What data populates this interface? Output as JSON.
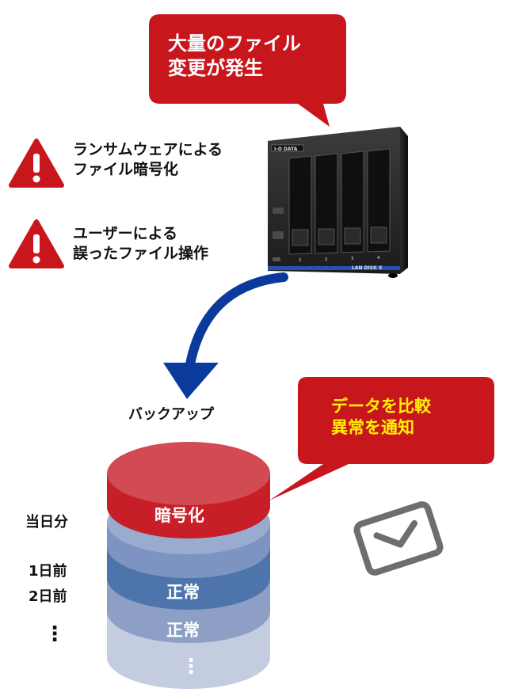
{
  "bubble_top": {
    "line1": "大量のファイル",
    "line2": "変更が発生"
  },
  "warnings": [
    {
      "line1": "ランサムウェアによる",
      "line2": "ファイル暗号化"
    },
    {
      "line1": "ユーザーによる",
      "line2": "誤ったファイル操作"
    }
  ],
  "nas": {
    "brand": "I-O DATA",
    "model": "LAN DISK X",
    "bays": [
      "1",
      "2",
      "3",
      "4"
    ]
  },
  "backup_label": "バックアップ",
  "bubble_right": {
    "line1": "データを比較",
    "line2": "異常を通知"
  },
  "stack": {
    "top_layer": "暗号化",
    "layer2": "正常",
    "layer3": "正常",
    "dots": "⋮"
  },
  "side_labels": {
    "today": "当日分",
    "day1": "1日前",
    "day2": "2日前",
    "dots": "⋮"
  },
  "colors": {
    "red": "#c8161d",
    "yellow": "#fff200",
    "arrow_blue": "#0a3a9c",
    "layer_red": "#d24a52",
    "layer_blue": "#4e74ac"
  },
  "icons": [
    "warning-triangle-icon",
    "warning-triangle-icon",
    "mail-icon",
    "curved-arrow-icon"
  ]
}
